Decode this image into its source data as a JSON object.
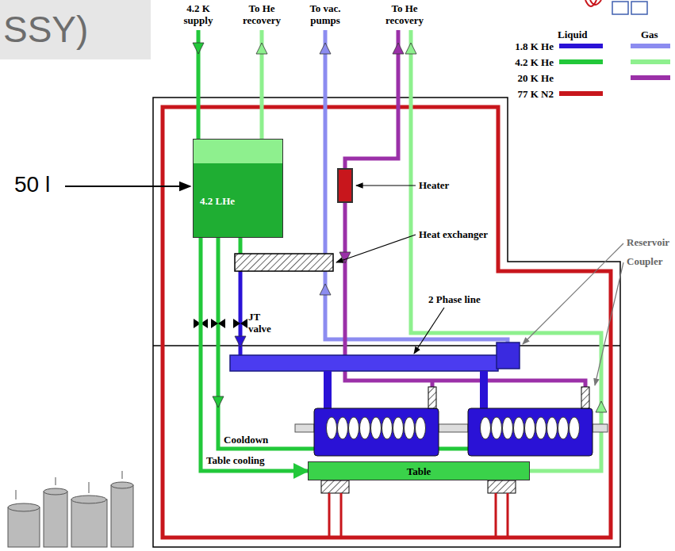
{
  "diagram": {
    "title": "SSY)",
    "nodes": [
      {
        "text": [
          "4.2 LHe"
        ]
      },
      {
        "text": [
          "Table"
        ]
      }
    ],
    "edges": [
      {
        "from": 0,
        "to": 1,
        "arrow": "to"
      }
    ],
    "labels": [
      "4.2 K supply",
      "To He recovery",
      "To vac. pumps",
      "To He recovery",
      "50 l",
      "Liquid",
      "Gas",
      "Heater",
      "Heat exchanger",
      "Reservoir",
      "Coupler",
      "JT valve",
      "2 Phase line",
      "Cooldown",
      "Table cooling"
    ],
    "legend": [
      {
        "text": "1.8 K He",
        "color": "#2a12d6"
      },
      {
        "text": "4.2 K He",
        "color": "#22c83a"
      },
      {
        "text": "20 K He",
        "color": "#9b30a8"
      },
      {
        "text": "77 K N2",
        "color": "#c8161c"
      }
    ]
  }
}
